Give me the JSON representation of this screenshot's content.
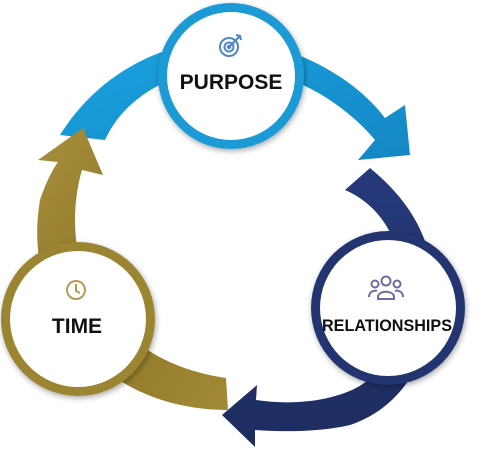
{
  "colors": {
    "purpose": "#1a9ad6",
    "relationships": "#22356f",
    "time": "#9c8530",
    "background": "#ffffff",
    "icon_purpose": "#4f86c6",
    "icon_relationships": "#6f6aa3",
    "icon_time": "#b79a52"
  },
  "nodes": [
    {
      "key": "purpose",
      "label": "PURPOSE",
      "icon": "target-icon"
    },
    {
      "key": "relationships",
      "label": "RELATIONSHIPS",
      "icon": "people-group-icon"
    },
    {
      "key": "time",
      "label": "TIME",
      "icon": "clock-icon"
    }
  ]
}
